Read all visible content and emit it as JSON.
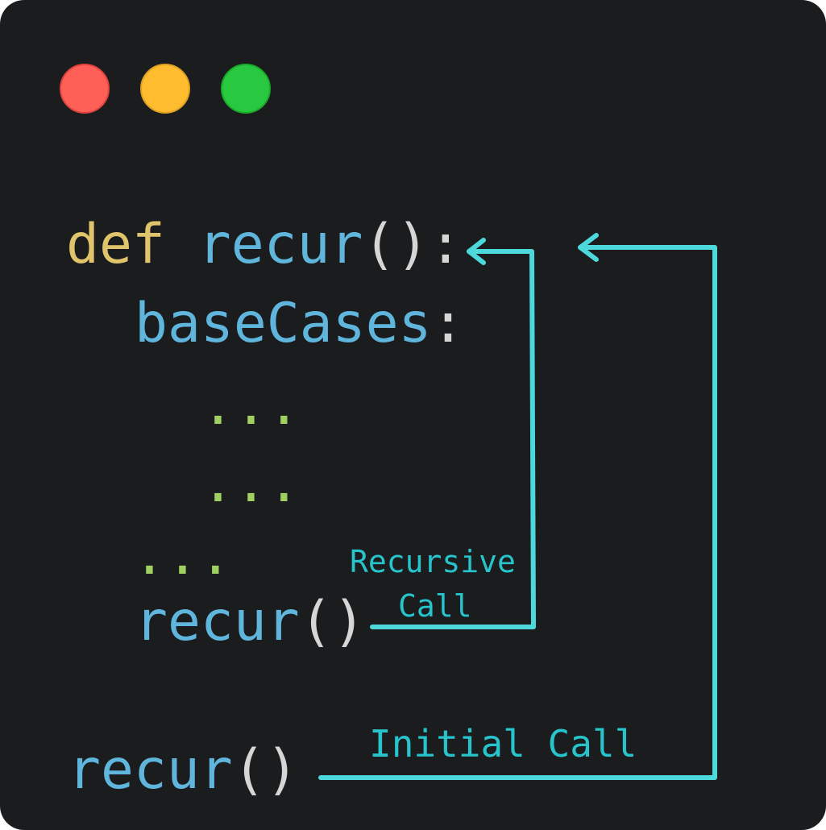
{
  "window": {
    "background": "#1b1c1e",
    "controls": {
      "close_color": "#fe5f57",
      "minimize_color": "#febc2e",
      "zoom_color": "#28c840"
    }
  },
  "colors": {
    "keyword": "#e0c46c",
    "function": "#5fb5dc",
    "punctuation": "#d6d6d6",
    "ellipsis": "#9fd060",
    "arrow": "#4dd8dc",
    "label": "#27c4cc"
  },
  "code": {
    "line1": {
      "keyword": "def",
      "function": "recur",
      "paren_open": "(",
      "paren_close": ")",
      "colon": ":"
    },
    "line2": {
      "name": "baseCases",
      "colon": ":"
    },
    "line3": {
      "ellipsis": "..."
    },
    "line4": {
      "ellipsis": "..."
    },
    "line5": {
      "ellipsis": "..."
    },
    "line6": {
      "function": "recur",
      "paren_open": "(",
      "paren_close": ")"
    },
    "line7": {
      "function": "recur",
      "paren_open": "(",
      "paren_close": ")"
    }
  },
  "labels": {
    "recursive_line1": "Recursive",
    "recursive_line2": "Call",
    "initial": "Initial Call"
  }
}
